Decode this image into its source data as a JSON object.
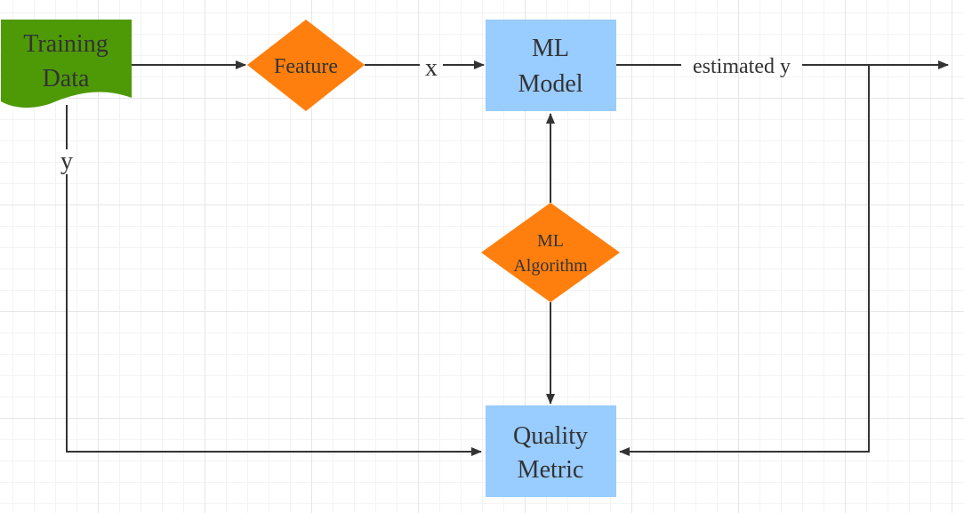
{
  "nodes": {
    "training_data": {
      "line1": "Training",
      "line2": "Data",
      "fill": "#4e9a06"
    },
    "feature": {
      "label": "Feature",
      "fill": "#ff7f0e"
    },
    "ml_model": {
      "line1": "ML",
      "line2": "Model",
      "fill": "#99ccff"
    },
    "ml_algorithm": {
      "line1": "ML",
      "line2": "Algorithm",
      "fill": "#ff7f0e"
    },
    "quality_metric": {
      "line1": "Quality",
      "line2": "Metric",
      "fill": "#99ccff"
    }
  },
  "edges": {
    "feature_to_model": "x",
    "model_output": "estimated y",
    "data_to_metric": "y"
  },
  "colors": {
    "line": "#333333",
    "text": "#333333"
  }
}
